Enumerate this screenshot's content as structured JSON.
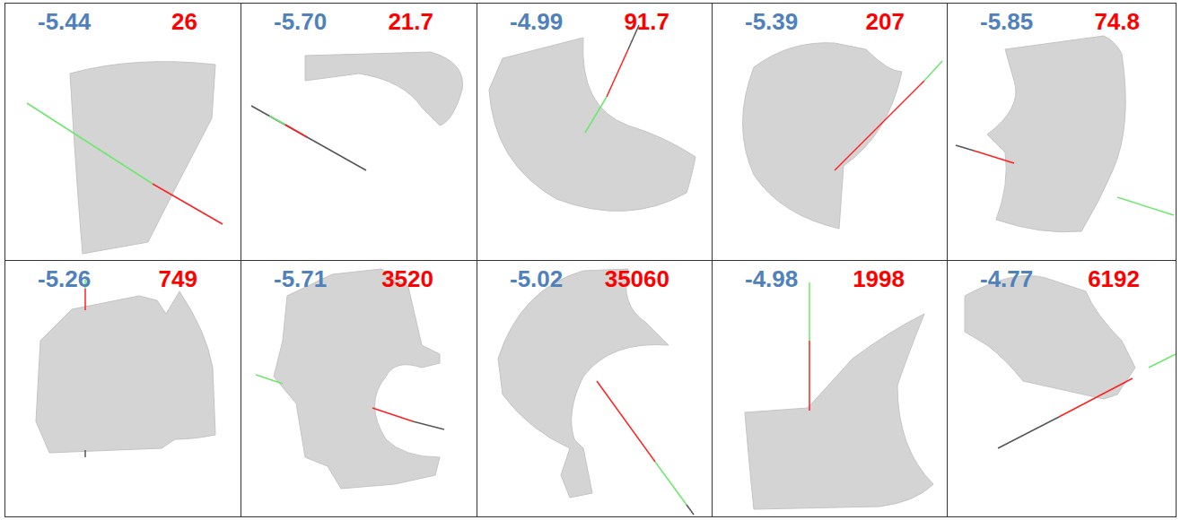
{
  "diagram": {
    "nodes": [
      {
        "text": [
          "-5.44",
          "26"
        ]
      },
      {
        "text": [
          "-5.70",
          "21.7"
        ]
      },
      {
        "text": [
          "-4.99",
          "91.7"
        ]
      },
      {
        "text": [
          "-5.39",
          "207"
        ]
      },
      {
        "text": [
          "-5.85",
          "74.8"
        ]
      },
      {
        "text": [
          "-5.26",
          "749"
        ]
      },
      {
        "text": [
          "-5.71",
          "3520"
        ]
      },
      {
        "text": [
          "-5.02",
          "35060"
        ]
      },
      {
        "text": [
          "-4.98",
          "1998"
        ]
      },
      {
        "text": [
          "-4.77",
          "6192"
        ]
      }
    ]
  }
}
